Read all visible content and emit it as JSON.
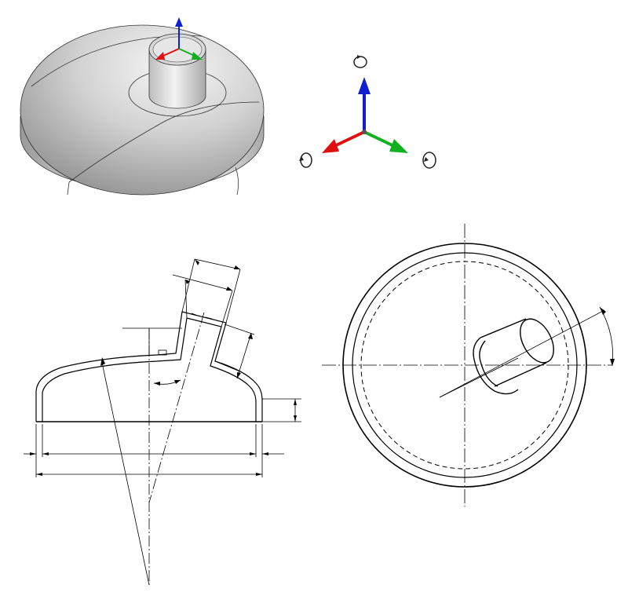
{
  "drawing": {
    "views": [
      "isometric-shaded-view",
      "coordinate-triad",
      "section-view",
      "top-view"
    ],
    "colors": {
      "x_axis": "#e01010",
      "y_axis": "#10b020",
      "z_axis": "#1020d0",
      "line": "#000000",
      "shade_light": "#f2f2f2",
      "shade_mid": "#c9c9c9",
      "shade_dark": "#8a8a8a",
      "background": "#ffffff"
    },
    "icons": [
      "rotate-x-icon",
      "rotate-y-icon",
      "rotate-z-icon"
    ]
  }
}
